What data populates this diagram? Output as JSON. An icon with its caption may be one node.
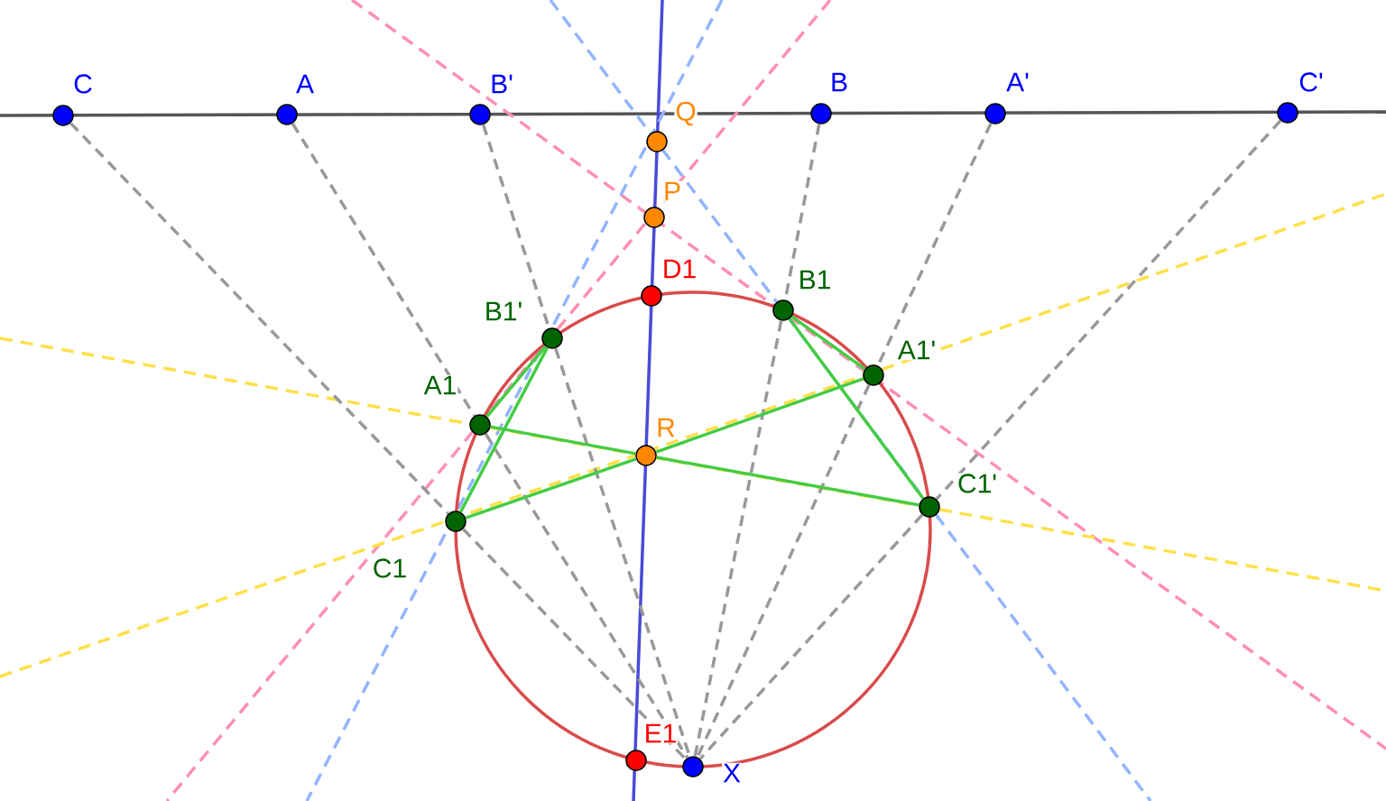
{
  "diagram": {
    "nodes": [
      {
        "text": [],
        "shape": "circle",
        "beside": [
          "C"
        ]
      },
      {
        "text": [],
        "shape": "circle",
        "beside": [
          "A"
        ]
      },
      {
        "text": [],
        "shape": "circle",
        "beside": [
          "B'"
        ]
      },
      {
        "text": [],
        "shape": "circle",
        "beside": [
          "B"
        ]
      },
      {
        "text": [],
        "shape": "circle",
        "beside": [
          "A'"
        ]
      },
      {
        "text": [],
        "shape": "circle",
        "beside": [
          "C'"
        ]
      },
      {
        "text": [],
        "shape": "circle",
        "beside": [
          "Q"
        ]
      },
      {
        "text": [],
        "shape": "circle",
        "beside": [
          "P"
        ]
      },
      {
        "text": [],
        "shape": "circle",
        "beside": [
          "D1"
        ]
      },
      {
        "text": [],
        "shape": "circle",
        "beside": [
          "B1'"
        ]
      },
      {
        "text": [],
        "shape": "circle",
        "beside": [
          "B1"
        ]
      },
      {
        "text": [],
        "shape": "circle",
        "beside": [
          "A1"
        ]
      },
      {
        "text": [],
        "shape": "circle",
        "beside": [
          "A1'"
        ]
      },
      {
        "text": [],
        "shape": "circle",
        "beside": [
          "R"
        ]
      },
      {
        "text": [],
        "shape": "circle",
        "beside": [
          "C1"
        ]
      },
      {
        "text": [],
        "shape": "circle",
        "beside": [
          "C1'"
        ]
      },
      {
        "text": [],
        "shape": "circle",
        "beside": [
          "E1"
        ]
      },
      {
        "text": [],
        "shape": "circle",
        "beside": [
          "X"
        ]
      }
    ],
    "edges": [
      {
        "from": 0,
        "to": 14,
        "arrow": "none",
        "style": "dashed",
        "color": "#999999"
      },
      {
        "from": 14,
        "to": 17,
        "arrow": "none",
        "style": "dashed",
        "color": "#999999"
      },
      {
        "from": 1,
        "to": 11,
        "arrow": "none",
        "style": "dashed",
        "color": "#999999"
      },
      {
        "from": 11,
        "to": 17,
        "arrow": "none",
        "style": "dashed",
        "color": "#999999"
      },
      {
        "from": 2,
        "to": 9,
        "arrow": "none",
        "style": "dashed",
        "color": "#999999"
      },
      {
        "from": 9,
        "to": 17,
        "arrow": "none",
        "style": "dashed",
        "color": "#999999"
      },
      {
        "from": 3,
        "to": 10,
        "arrow": "none",
        "style": "dashed",
        "color": "#999999"
      },
      {
        "from": 10,
        "to": 17,
        "arrow": "none",
        "style": "dashed",
        "color": "#999999"
      },
      {
        "from": 4,
        "to": 12,
        "arrow": "none",
        "style": "dashed",
        "color": "#999999"
      },
      {
        "from": 12,
        "to": 17,
        "arrow": "none",
        "style": "dashed",
        "color": "#999999"
      },
      {
        "from": 5,
        "to": 15,
        "arrow": "none",
        "style": "dashed",
        "color": "#999999"
      },
      {
        "from": 15,
        "to": 17,
        "arrow": "none",
        "style": "dashed",
        "color": "#999999"
      },
      {
        "from": 9,
        "to": 11,
        "arrow": "none"
      },
      {
        "from": 9,
        "to": 14,
        "arrow": "none"
      },
      {
        "from": 11,
        "to": 13,
        "arrow": "none"
      },
      {
        "from": 13,
        "to": 15,
        "arrow": "none"
      },
      {
        "from": 14,
        "to": 13,
        "arrow": "none"
      },
      {
        "from": 13,
        "to": 12,
        "arrow": "none"
      },
      {
        "from": 10,
        "to": 12,
        "arrow": "none"
      },
      {
        "from": 10,
        "to": 15,
        "arrow": "none"
      }
    ]
  }
}
